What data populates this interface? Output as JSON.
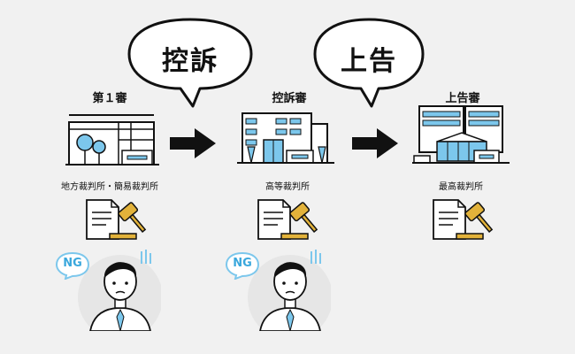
{
  "appeals": {
    "koso": "控訴",
    "jokoku": "上告"
  },
  "stages": [
    {
      "title": "第１審",
      "court": "地方裁判所・簡易裁判所"
    },
    {
      "title": "控訴審",
      "court": "高等裁判所"
    },
    {
      "title": "上告審",
      "court": "最高裁判所"
    }
  ],
  "badges": {
    "ng1": "NG",
    "ng2": "NG"
  },
  "colors": {
    "background": "#f1f1f1",
    "accent_blue": "#7cc7ec",
    "mustard": "#e2b23a",
    "dark": "#111111"
  }
}
